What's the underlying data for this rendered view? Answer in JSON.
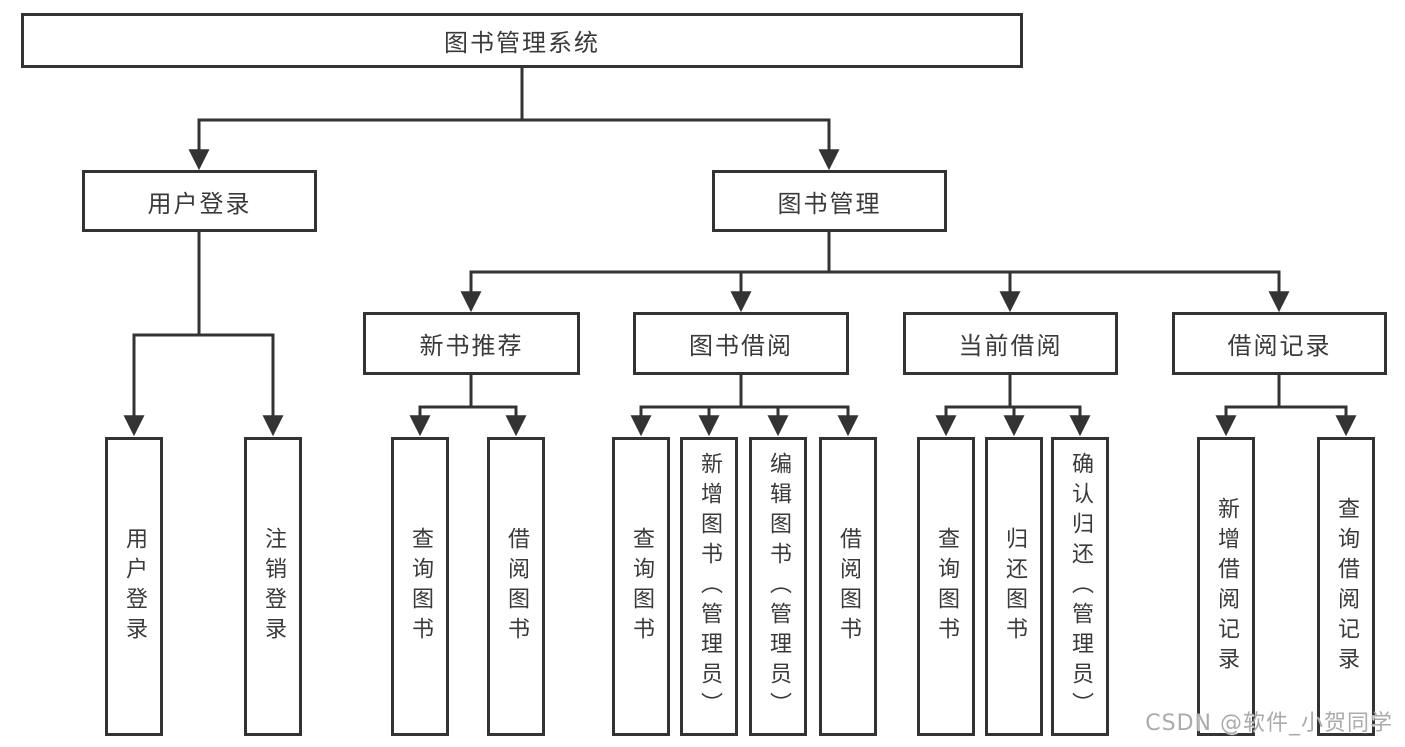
{
  "diagram": {
    "root": "图书管理系统",
    "branches": [
      {
        "label": "用户登录",
        "leaves": [
          "用户登录",
          "注销登录"
        ]
      },
      {
        "label": "图书管理",
        "groups": [
          {
            "label": "新书推荐",
            "leaves": [
              "查询图书",
              "借阅图书"
            ]
          },
          {
            "label": "图书借阅",
            "leaves": [
              "查询图书",
              "新增图书（管理员）",
              "编辑图书（管理员）",
              "借阅图书"
            ]
          },
          {
            "label": "当前借阅",
            "leaves": [
              "查询图书",
              "归还图书",
              "确认归还（管理员）"
            ]
          },
          {
            "label": "借阅记录",
            "leaves": [
              "新增借阅记录",
              "查询借阅记录"
            ]
          }
        ]
      }
    ]
  },
  "watermark": "CSDN @软件_小贺同学",
  "colors": {
    "line": "#333333",
    "border": "#333333",
    "text": "#3a3a3a",
    "background": "#ffffff",
    "watermark": "#ababab"
  }
}
